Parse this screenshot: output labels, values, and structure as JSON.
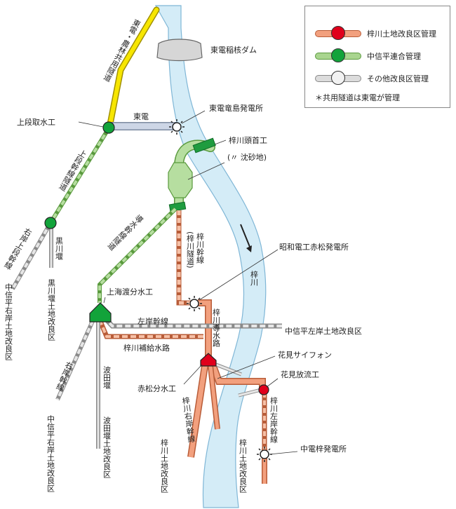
{
  "legend": {
    "items": [
      {
        "label": "梓川土地改良区管理",
        "line_fill": "#f2a07e",
        "line_stroke": "#b85c38",
        "dot_color": "#e0001b"
      },
      {
        "label": "中信平連合管理",
        "line_fill": "#a9d58f",
        "line_stroke": "#5a9a3e",
        "dot_color": "#12a33a"
      },
      {
        "label": "その他改良区管理",
        "line_fill": "#dcdcdc",
        "line_stroke": "#888888",
        "dot_color": "#f2f2f2"
      }
    ],
    "note": "＊共用隧道は東電が管理"
  },
  "places": {
    "tokyo_dam": "東電稲核ダム",
    "shared_tunnel": "東電・農林共用隧道",
    "kamidantori": "上段取水工",
    "toden": "東電",
    "ryushima_plant": "東電竜島発電所",
    "azusa_headworks": "梓川頭首工",
    "sedimentation": "(〃 沈砂地)",
    "kamidan_tunnel": "上段幹線隧道",
    "kurokawa_weir": "黒川堰",
    "right_kamidan": "右岸上段幹線",
    "kurokawa_district": "黒川堰土地改良区",
    "chushin_right_district": "中信平右岸土地改良区",
    "donai_tunnel": "導水幹線隧道",
    "azusa_trunk": "梓川幹線",
    "azusa_tunnel": "(梓川隧道)",
    "showa_plant": "昭和電工赤松発電所",
    "kamiumiwatari": "上海渡分水工",
    "azusa_canal": "梓川導水路",
    "left_trunk": "左岸幹線",
    "chushin_left_district": "中信平左岸土地改良区",
    "azusa_feed": "梓川補給水路",
    "hanami_siphon": "花見サイフォン",
    "hanami_outlet": "花見放流工",
    "akamatsu": "赤松分水工",
    "azusa_right_trunk": "梓川右岸幹線",
    "azusa_left_trunk": "梓川左岸幹線",
    "right_trunk": "右岸幹線",
    "chushin_right_small": "中信平右岸土地改良区",
    "hata_weir": "波田堰",
    "hata_district": "波田堰土地改良区",
    "chuden_plant": "中電梓発電所",
    "azusa_district_left": "梓川土地改良区",
    "azusa_district_right": "梓川土地改良区",
    "river": "梓川"
  },
  "colors": {
    "river_fill": "#d4ecf7",
    "river_stroke": "#7fb6d6",
    "shared_fill": "#f7e600",
    "shared_stroke": "#a09000"
  }
}
